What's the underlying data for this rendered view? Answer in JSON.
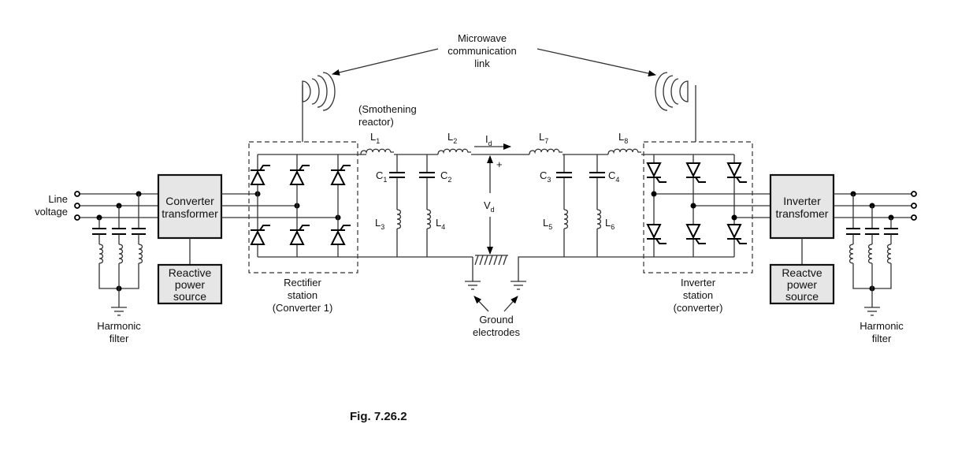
{
  "figure": {
    "caption": "Fig. 7.26.2",
    "title": "HVDC transmission system schematic"
  },
  "labels": {
    "microwave": [
      "Microwave",
      "communication",
      "link"
    ],
    "line_voltage": [
      "Line",
      "voltage"
    ],
    "converter_transformer": [
      "Converter",
      "transformer"
    ],
    "reactive_left": [
      "Reactive",
      "power",
      "source"
    ],
    "harmonic_left": [
      "Harmonic",
      "filter"
    ],
    "rectifier": [
      "Rectifier",
      "station",
      "(Converter 1)"
    ],
    "smoothing": [
      "(Smothening",
      "reactor)"
    ],
    "ground": [
      "Ground",
      "electrodes"
    ],
    "inverter_station": [
      "Inverter",
      "station",
      "(converter)"
    ],
    "inverter_transformer": [
      "Inverter",
      "transfomer"
    ],
    "reactive_right": [
      "Reactve",
      "power",
      "source"
    ],
    "harmonic_right": [
      "Harmonic",
      "filter"
    ],
    "current": {
      "main": "I",
      "sub": "d"
    },
    "voltage": {
      "main": "V",
      "sub": "d"
    },
    "plus": "+"
  },
  "components": {
    "L1": {
      "main": "L",
      "sub": "1"
    },
    "L2": {
      "main": "L",
      "sub": "2"
    },
    "L3": {
      "main": "L",
      "sub": "3"
    },
    "L4": {
      "main": "L",
      "sub": "4"
    },
    "L5": {
      "main": "L",
      "sub": "5"
    },
    "L6": {
      "main": "L",
      "sub": "6"
    },
    "L7": {
      "main": "L",
      "sub": "7"
    },
    "L8": {
      "main": "L",
      "sub": "8"
    },
    "C1": {
      "main": "C",
      "sub": "1"
    },
    "C2": {
      "main": "C",
      "sub": "2"
    },
    "C3": {
      "main": "C",
      "sub": "3"
    },
    "C4": {
      "main": "C",
      "sub": "4"
    }
  }
}
